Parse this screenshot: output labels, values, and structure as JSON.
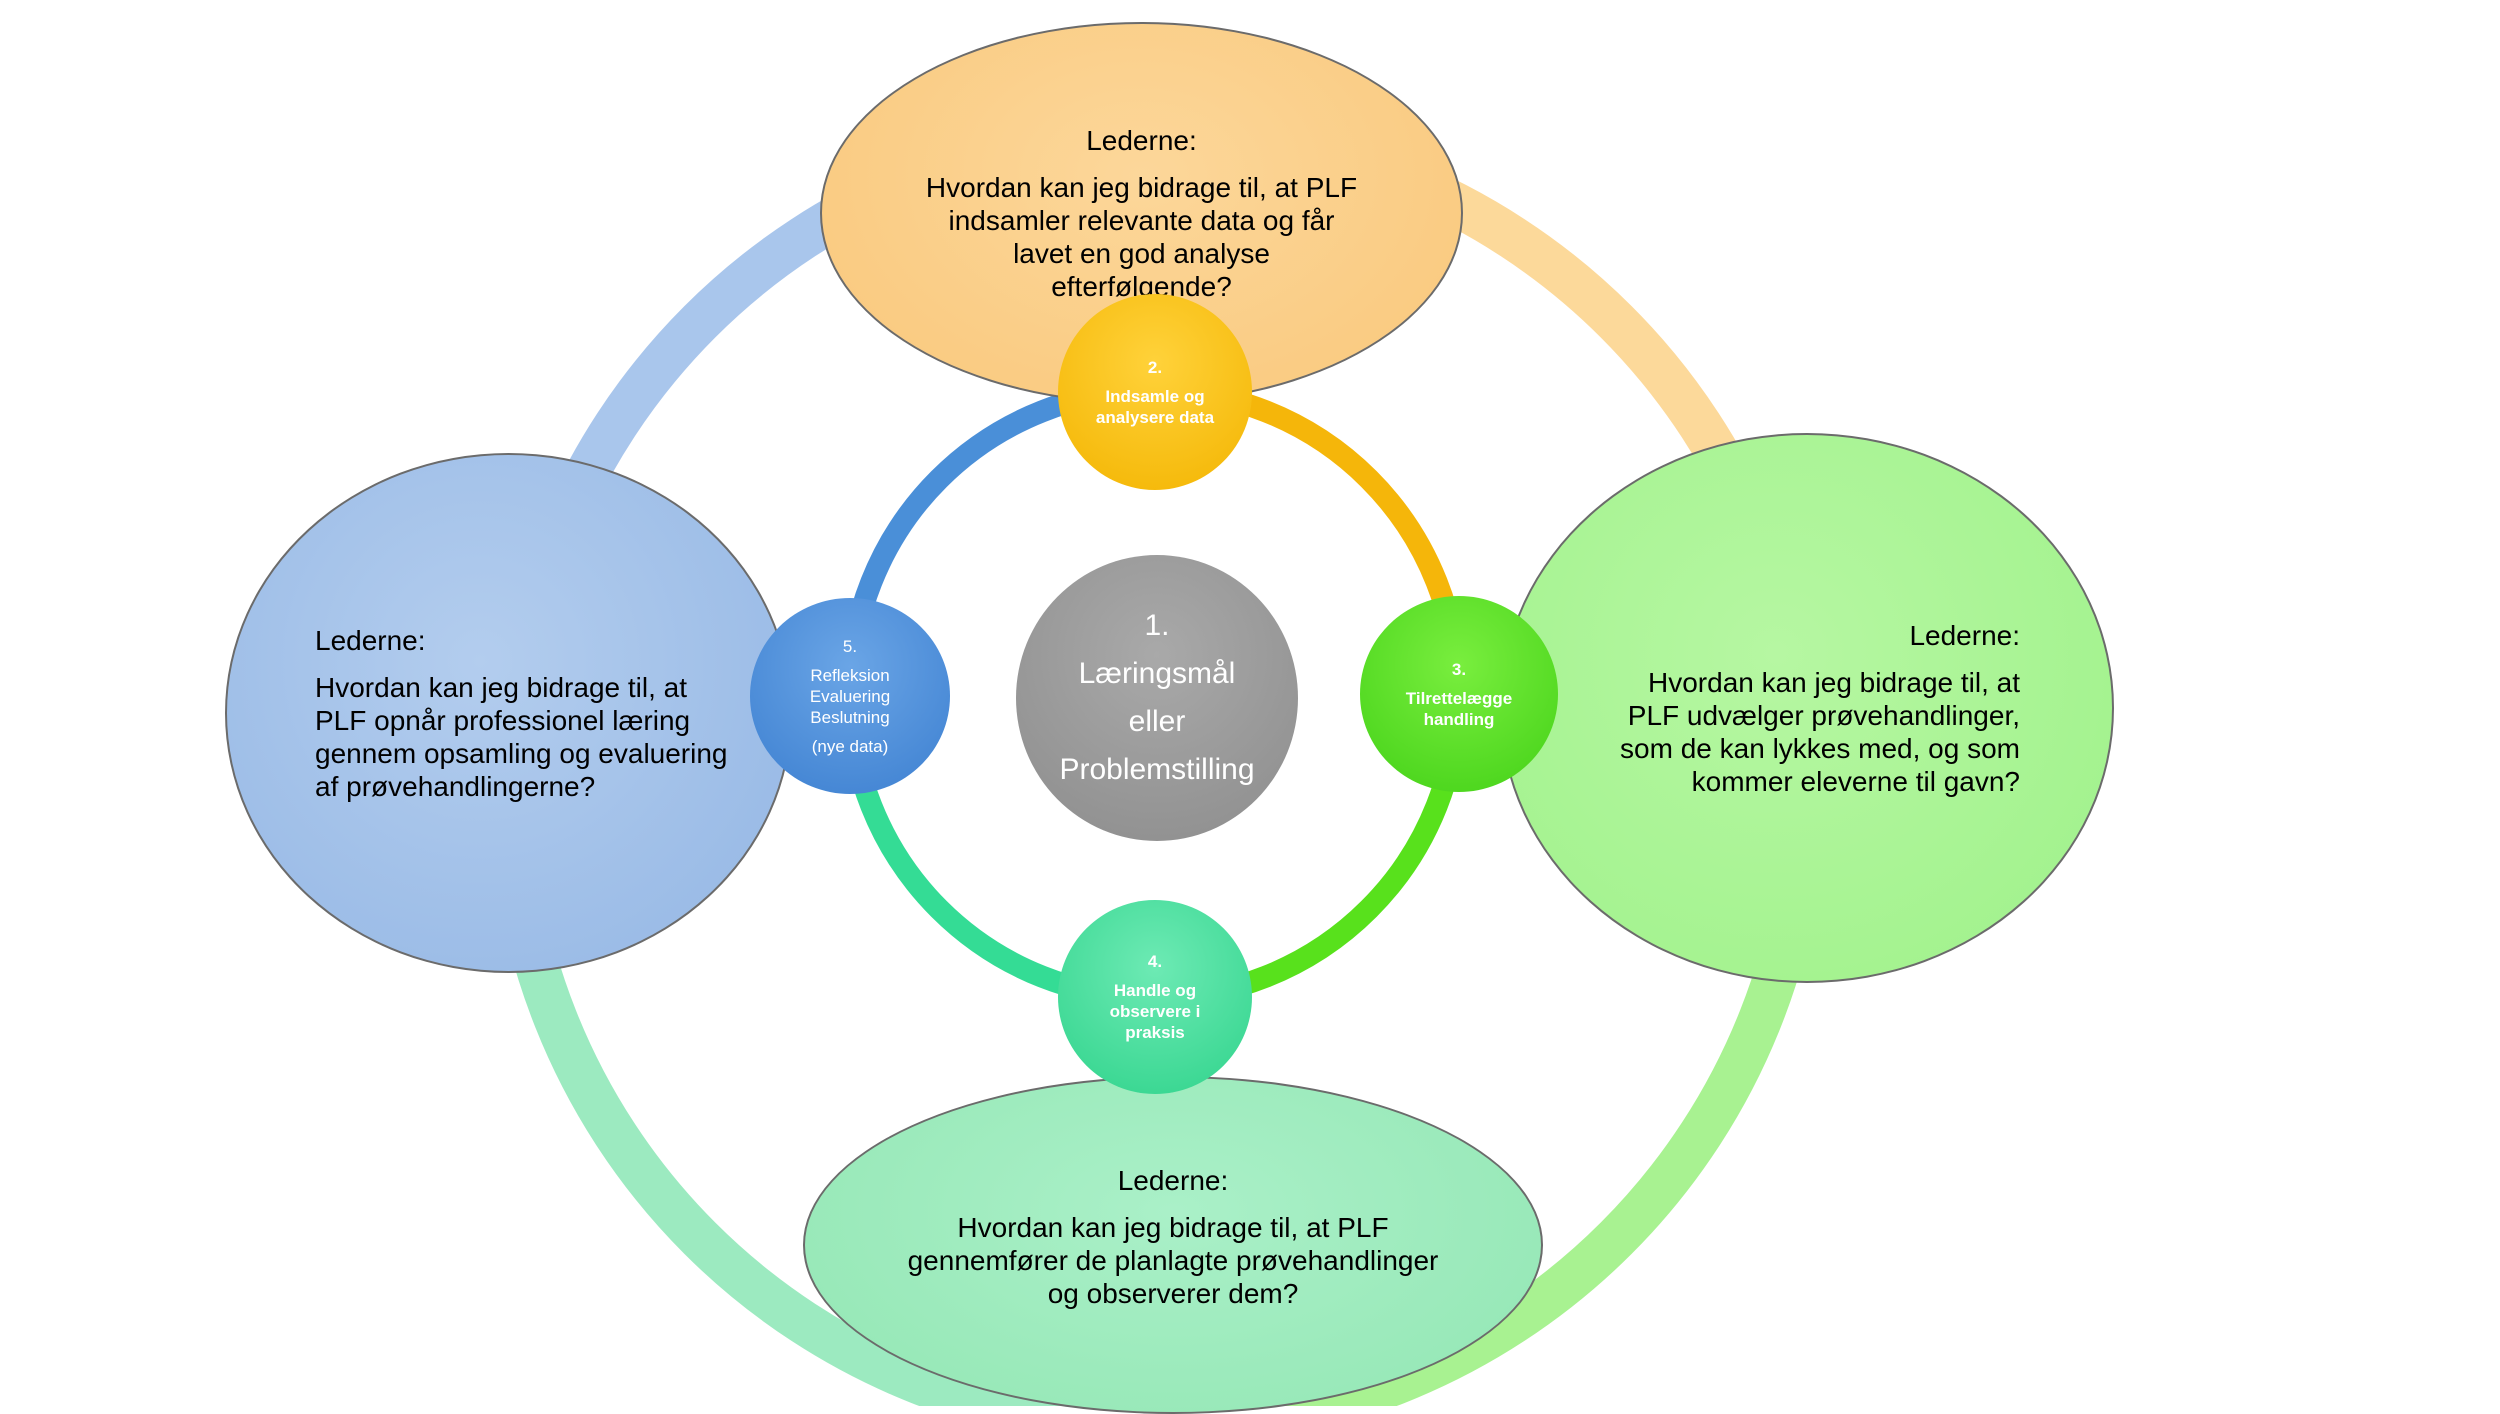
{
  "colors": {
    "ring_outer_top": "#fcd99a",
    "ring_outer_right": "#a8f291",
    "ring_outer_bottom": "#9ceac0",
    "ring_outer_left": "#a9c6ec",
    "ring_inner_top_left": "#4a8fd8",
    "ring_inner_top_right": "#f5b60a",
    "ring_inner_bottom_right": "#58e11c",
    "ring_inner_bottom_left": "#34dc95",
    "center_fill": "#9a9a9a"
  },
  "center": {
    "number": "1.",
    "line1": "Læringsmål",
    "line2": "eller",
    "line3": "Problemstilling"
  },
  "nodes": {
    "n2": {
      "number": "2.",
      "line1": "Indsamle og",
      "line2": "analysere data"
    },
    "n3": {
      "number": "3.",
      "line1": "Tilrettelægge",
      "line2": "handling"
    },
    "n4": {
      "number": "4.",
      "line1": "Handle og",
      "line2": "observere i",
      "line3": "praksis"
    },
    "n5": {
      "number": "5.",
      "line1": "Refleksion",
      "line2": "Evaluering",
      "line3": "Beslutning",
      "line4": "(nye data)"
    }
  },
  "bubbles": {
    "top": {
      "lead": "Lederne:",
      "question": "Hvordan kan jeg bidrage til, at PLF indsamler relevante data og får lavet en god analyse efterfølgende?"
    },
    "right": {
      "lead": "Lederne:",
      "question": "Hvordan kan jeg bidrage til, at PLF udvælger prøvehandlinger, som de kan lykkes med, og som kommer eleverne til gavn?"
    },
    "bottom": {
      "lead": "Lederne:",
      "question": "Hvordan kan jeg bidrage til, at PLF gennemfører de planlagte prøvehandlinger og observerer dem?"
    },
    "left": {
      "lead": "Lederne:",
      "question": "Hvordan kan jeg bidrage til, at PLF opnår professionel læring gennem opsamling og evaluering af prøvehandlingerne?"
    }
  }
}
